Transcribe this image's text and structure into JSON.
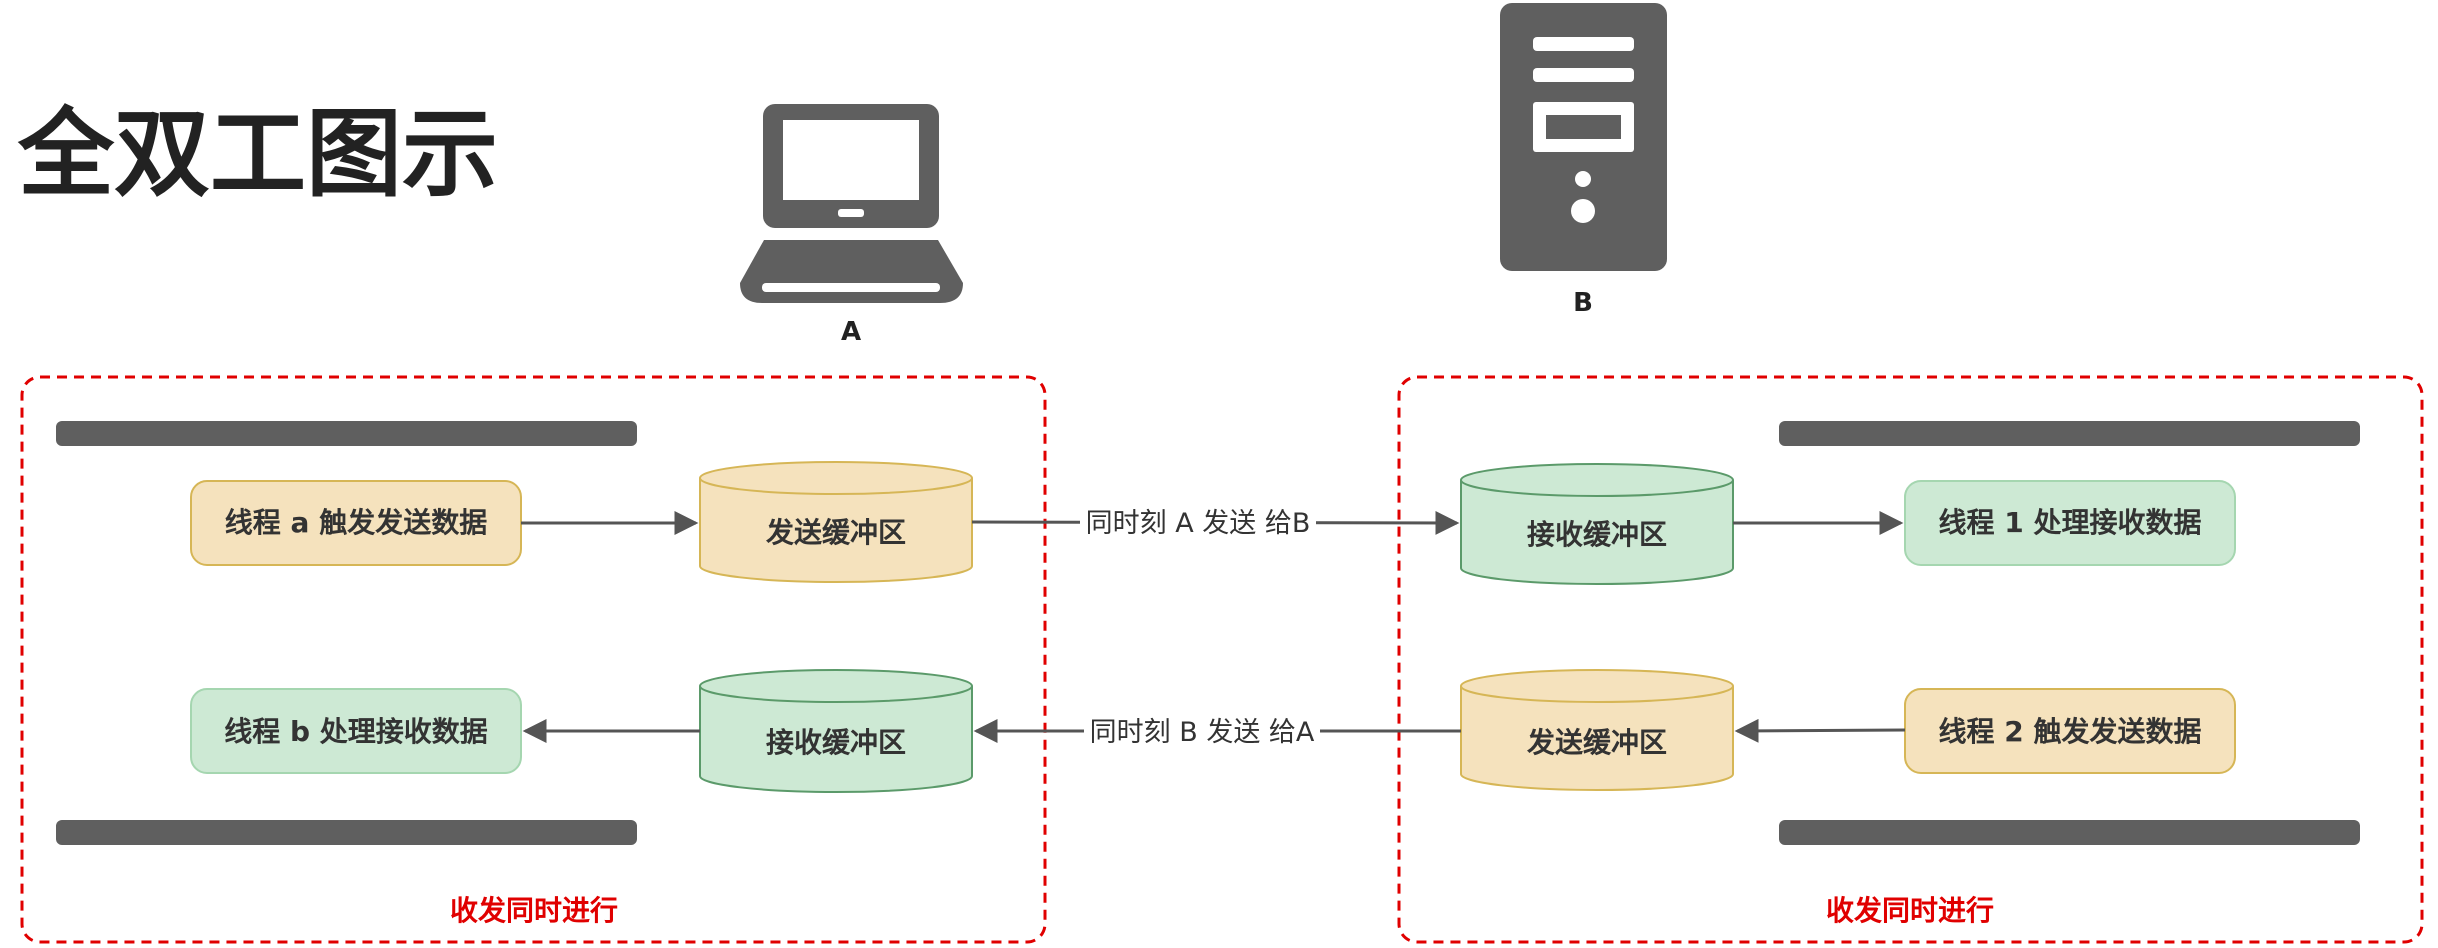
{
  "title": "全双工图示",
  "devices": {
    "a": {
      "label": "A",
      "icon": "laptop-icon"
    },
    "b": {
      "label": "B",
      "icon": "server-tower-icon"
    }
  },
  "left_group": {
    "thread_send": "线程 a 触发发送数据",
    "thread_recv": "线程 b 处理接收数据",
    "send_buffer": "发送缓冲区",
    "recv_buffer": "接收缓冲区",
    "footer": "收发同时进行"
  },
  "right_group": {
    "thread_recv": "线程 1 处理接收数据",
    "thread_send": "线程 2 触发发送数据",
    "recv_buffer": "接收缓冲区",
    "send_buffer": "发送缓冲区",
    "footer": "收发同时进行"
  },
  "edges": {
    "a_to_b": "同时刻  A 发送 给B",
    "b_to_a": "同时刻  B 发送 给A"
  },
  "colors": {
    "yellow_fill": "#f5e2bd",
    "yellow_stroke": "#d6b656",
    "green_fill": "#cde9d4",
    "green_stroke": "#82b366",
    "device_gray": "#5f5f5f",
    "dashed_red": "#e00000",
    "arrow": "#555555"
  }
}
